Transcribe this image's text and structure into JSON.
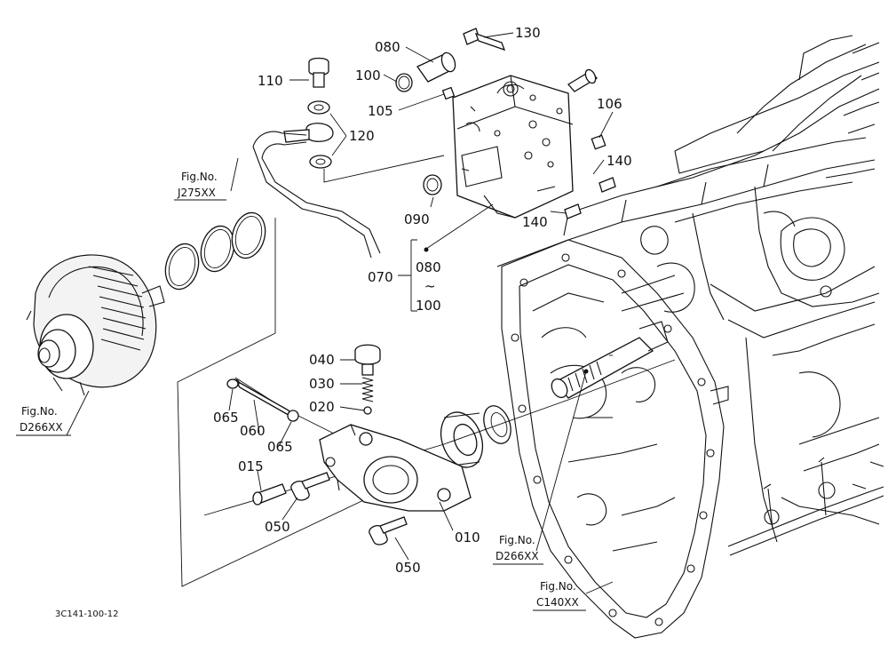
{
  "parts": [
    {
      "id": "p130",
      "label": "130"
    },
    {
      "id": "p080a",
      "label": "080"
    },
    {
      "id": "p100a",
      "label": "100"
    },
    {
      "id": "p110",
      "label": "110"
    },
    {
      "id": "p105",
      "label": "105"
    },
    {
      "id": "p106",
      "label": "106"
    },
    {
      "id": "p120",
      "label": "120"
    },
    {
      "id": "p140a",
      "label": "140"
    },
    {
      "id": "p140b",
      "label": "140"
    },
    {
      "id": "p090",
      "label": "090"
    },
    {
      "id": "p070",
      "label": "070"
    },
    {
      "id": "p080b",
      "label": "080"
    },
    {
      "id": "ptilde",
      "label": "~"
    },
    {
      "id": "p100b",
      "label": "100"
    },
    {
      "id": "p040",
      "label": "040"
    },
    {
      "id": "p030",
      "label": "030"
    },
    {
      "id": "p020",
      "label": "020"
    },
    {
      "id": "p065a",
      "label": "065"
    },
    {
      "id": "p060",
      "label": "060"
    },
    {
      "id": "p065b",
      "label": "065"
    },
    {
      "id": "p015",
      "label": "015"
    },
    {
      "id": "p050a",
      "label": "050"
    },
    {
      "id": "p010",
      "label": "010"
    },
    {
      "id": "p050b",
      "label": "050"
    }
  ],
  "figure_refs": [
    {
      "id": "figJ275",
      "line1": "Fig.No.",
      "line2": "J275XX"
    },
    {
      "id": "figD266a",
      "line1": "Fig.No.",
      "line2": "D266XX"
    },
    {
      "id": "figD266b",
      "line1": "Fig.No.",
      "line2": "D266XX"
    },
    {
      "id": "figC140",
      "line1": "Fig.No.",
      "line2": "C140XX"
    }
  ],
  "diagram_code": "3C141-100-12"
}
